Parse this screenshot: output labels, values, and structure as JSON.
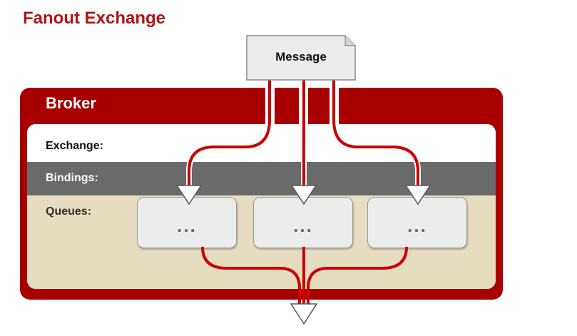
{
  "title": "Fanout Exchange",
  "broker": {
    "label": "Broker"
  },
  "rows": {
    "exchange": "Exchange:",
    "bindings": "Bindings:",
    "queues": "Queues:"
  },
  "message": {
    "label": "Message"
  },
  "queues": [
    {
      "label": "..."
    },
    {
      "label": "..."
    },
    {
      "label": "..."
    }
  ],
  "colors": {
    "title": "#b01416",
    "broker": "#a80000",
    "bindings_row": "#6a6a6a",
    "queues_row": "#e6dcc0",
    "flow": "#cc0000"
  }
}
